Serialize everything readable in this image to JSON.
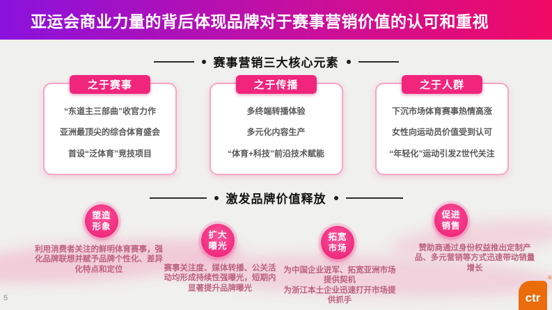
{
  "slide": {
    "banner": {
      "title": "亚运会商业力量的背后体现品牌对于赛事营销价值的认可和重视"
    },
    "core": {
      "title": "赛事营销三大核心元素",
      "cards": [
        {
          "tab": "之于赛事",
          "items": [
            "“东道主三部曲”收官力作",
            "亚洲最顶尖的综合体育盛会",
            "首设“泛体育”竞技项目"
          ]
        },
        {
          "tab": "之于传播",
          "items": [
            "多终端转播体验",
            "多元化内容生产",
            "“体育+科技”前沿技术赋能"
          ]
        },
        {
          "tab": "之于人群",
          "items": [
            "下沉市场体育赛事热情高涨",
            "女性向运动员价值受到认可",
            "“年轻化”运动引发Z世代关注"
          ]
        }
      ]
    },
    "value": {
      "title": "激发品牌价值释放",
      "circles": [
        {
          "line1": "塑造",
          "line2": "形象",
          "notes": [
            "利用消费者关注的鲜明体育赛事，强化品牌联想并赋予品牌个性化、差异化特点和定位"
          ]
        },
        {
          "line1": "扩大",
          "line2": "曝光",
          "notes": [
            "赛事关注度、媒体转播、公关活动均形成持续性强曝光，短期内显著提升品牌曝光"
          ]
        },
        {
          "line1": "拓宽",
          "line2": "市场",
          "notes": [
            "为中国企业进军、拓宽亚洲市场提供契机",
            "为浙江本土企业迅速打开市场提供抓手"
          ]
        },
        {
          "line1": "促进",
          "line2": "销售",
          "notes": [
            "赞助商通过身份权益推出定制产品、多元营销等方式迅速带动销量增长"
          ]
        }
      ]
    },
    "footer": {
      "page_number": "5",
      "logo_text": "ctr",
      "registered_mark": "®"
    },
    "colors": {
      "banner_gradient_from": "#8a12dd",
      "banner_gradient_to": "#f00a64",
      "accent_pink": "#f2257d",
      "card_border_pink": "#f7a6c6",
      "note_text_rose": "#bd6180",
      "logo_orange": "#ea6c0a"
    }
  }
}
